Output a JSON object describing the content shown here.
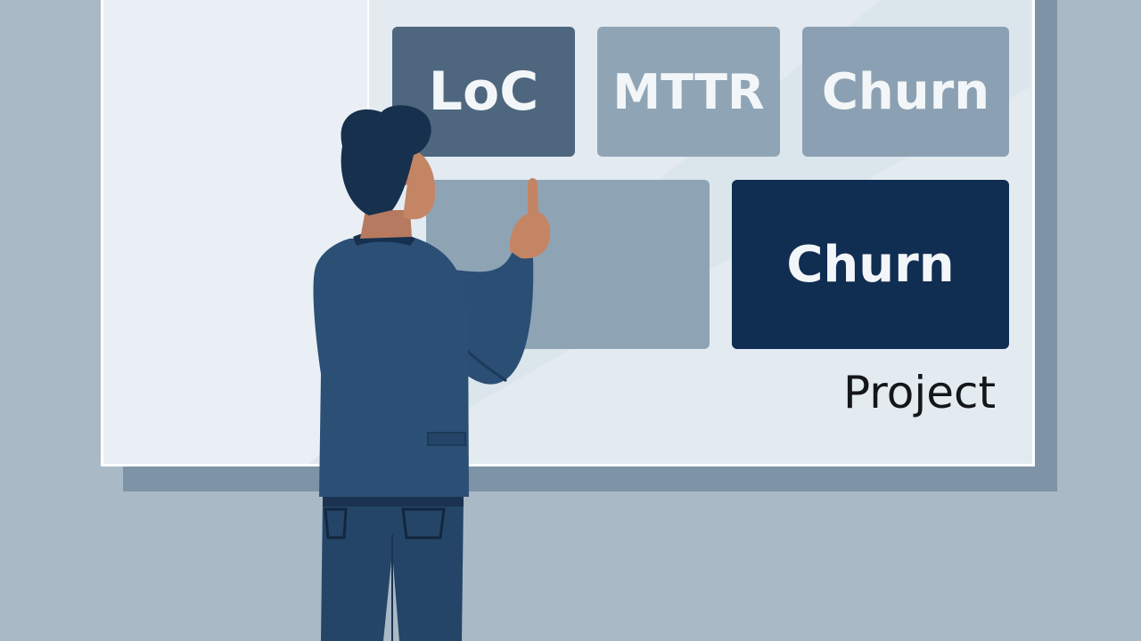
{
  "board": {
    "tiles": [
      {
        "label": "LoC"
      },
      {
        "label": "MTTR"
      },
      {
        "label": "Churn"
      },
      {
        "label": ""
      },
      {
        "label": "Churn"
      }
    ],
    "caption": "Project"
  },
  "colors": {
    "background": "#a9b9c6",
    "board": "#e3ebf1",
    "tile_dark": "#4e677f",
    "tile_light": "#8fa5b6",
    "tile_highlight": "#102d52",
    "suit": "#264a6e"
  }
}
